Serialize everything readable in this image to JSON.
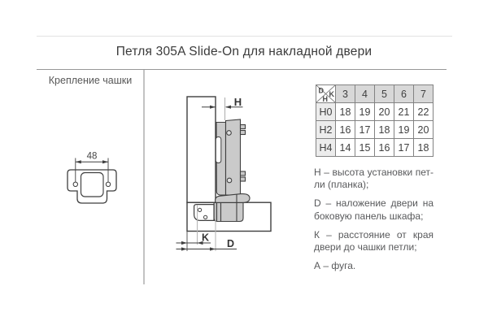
{
  "title": "Петля 305A Slide-On для накладной двери",
  "left_panel": {
    "heading": "Крепление чашки",
    "hole_distance": "48"
  },
  "diagram": {
    "labels": {
      "h": "H",
      "k": "K",
      "d": "D"
    }
  },
  "table": {
    "corner": {
      "d": "D",
      "k": "K",
      "h": "H"
    },
    "k_columns": [
      "3",
      "4",
      "5",
      "6",
      "7"
    ],
    "rows": [
      {
        "label": "H0",
        "values": [
          "18",
          "19",
          "20",
          "21",
          "22"
        ]
      },
      {
        "label": "H2",
        "values": [
          "16",
          "17",
          "18",
          "19",
          "20"
        ]
      },
      {
        "label": "H4",
        "values": [
          "14",
          "15",
          "16",
          "17",
          "18"
        ]
      }
    ]
  },
  "legend": {
    "items": [
      {
        "text": "H – высота установки пет­ли (планка);"
      },
      {
        "text": "D – наложение двери на боковую панель шкафа;"
      },
      {
        "text": "К – расстояние от края двери до чашки петли;"
      },
      {
        "text": "А – фуга."
      }
    ]
  },
  "colors": {
    "hinge_fill": "#cacaca",
    "table_header_bg": "#d8d8d8",
    "table_rowhead_bg": "#ececec",
    "outline": "#3f3f3f",
    "rule": "#979797"
  }
}
